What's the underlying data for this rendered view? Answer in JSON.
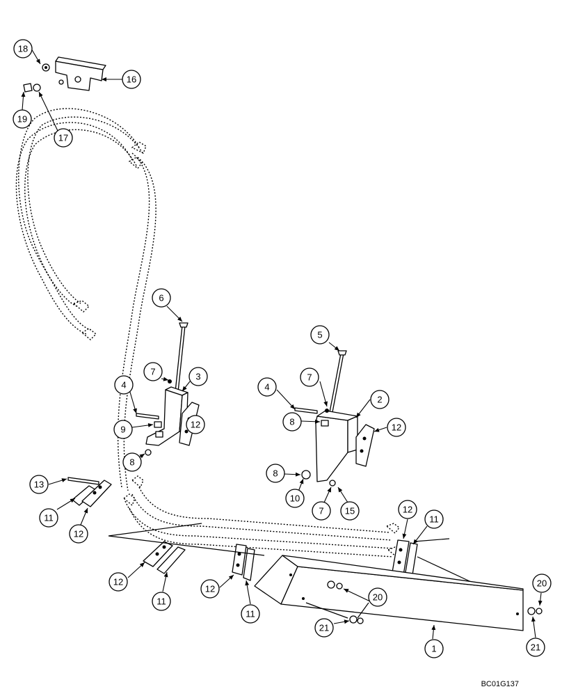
{
  "diagram": {
    "code": "BC01G137",
    "callouts": [
      {
        "n": "18"
      },
      {
        "n": "16"
      },
      {
        "n": "19"
      },
      {
        "n": "17"
      },
      {
        "n": "6"
      },
      {
        "n": "7"
      },
      {
        "n": "3"
      },
      {
        "n": "4"
      },
      {
        "n": "9"
      },
      {
        "n": "12"
      },
      {
        "n": "8"
      },
      {
        "n": "5"
      },
      {
        "n": "7"
      },
      {
        "n": "2"
      },
      {
        "n": "4"
      },
      {
        "n": "8"
      },
      {
        "n": "12"
      },
      {
        "n": "8"
      },
      {
        "n": "10"
      },
      {
        "n": "7"
      },
      {
        "n": "15"
      },
      {
        "n": "13"
      },
      {
        "n": "11"
      },
      {
        "n": "12"
      },
      {
        "n": "12"
      },
      {
        "n": "11"
      },
      {
        "n": "12"
      },
      {
        "n": "11"
      },
      {
        "n": "12"
      },
      {
        "n": "11"
      },
      {
        "n": "20"
      },
      {
        "n": "21"
      },
      {
        "n": "1"
      },
      {
        "n": "20"
      },
      {
        "n": "21"
      }
    ]
  }
}
